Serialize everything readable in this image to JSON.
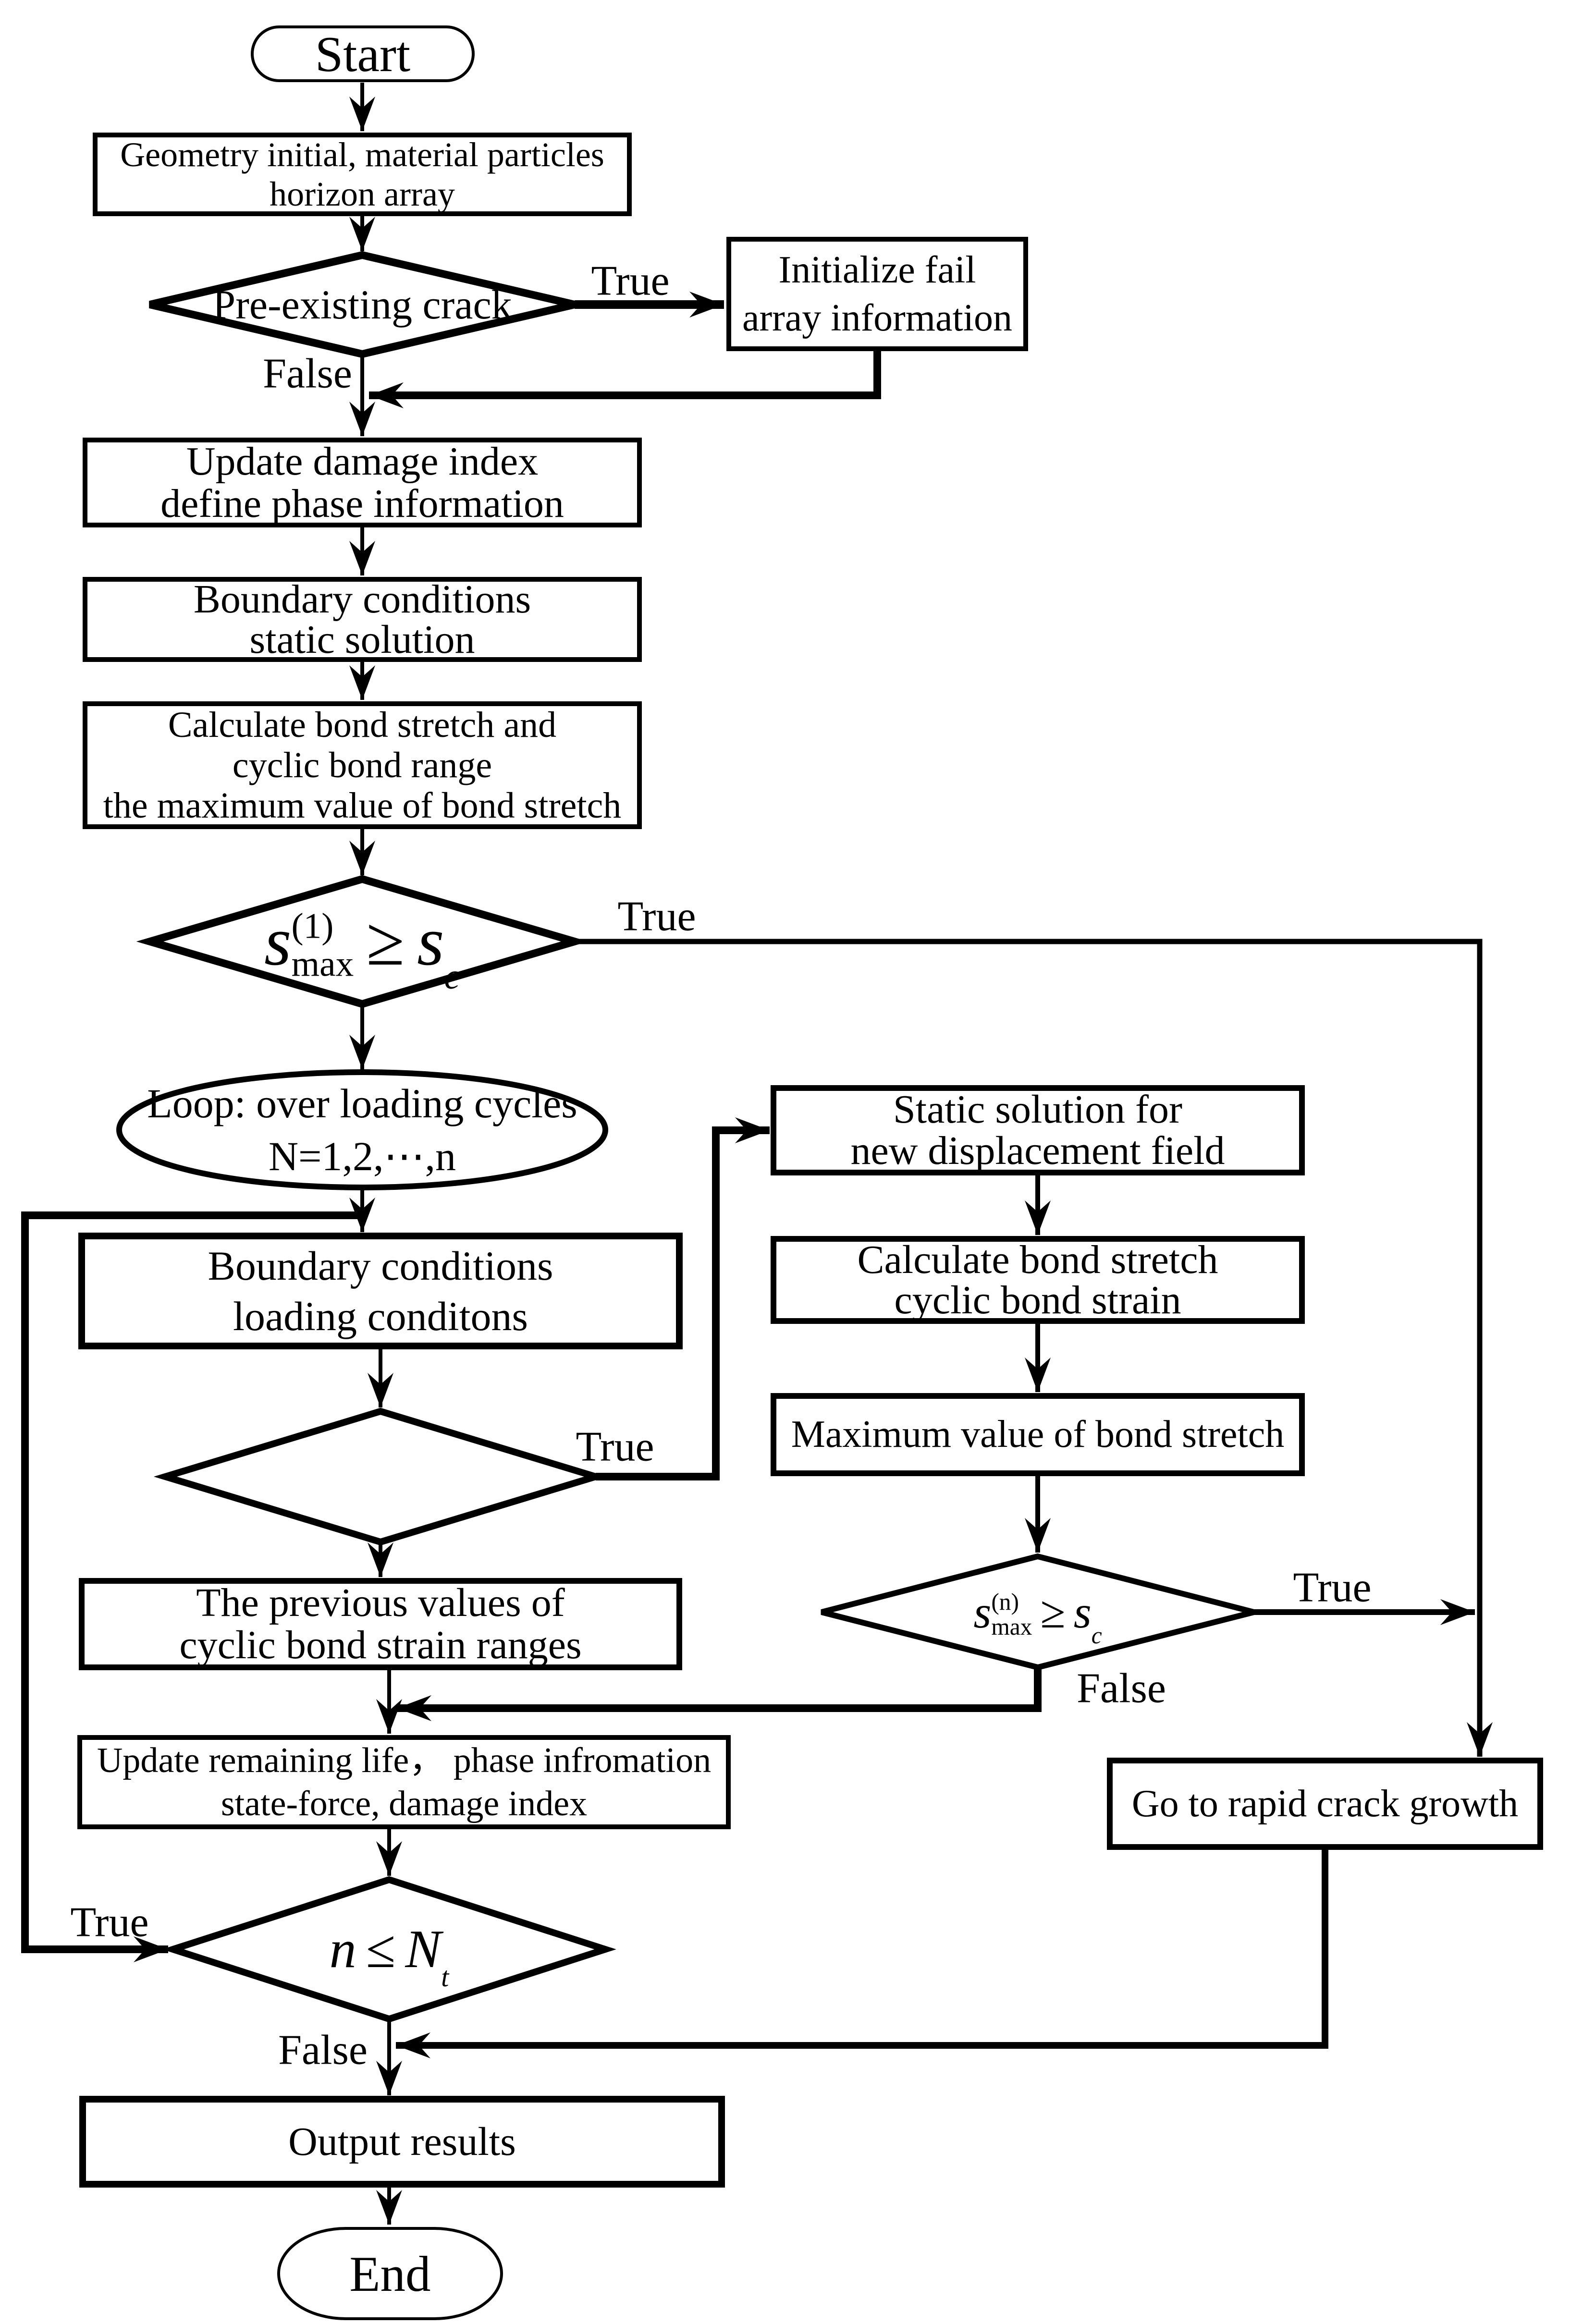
{
  "title": "Fatigue crack growth flowchart",
  "colors": {
    "stroke": "#000000",
    "background": "#ffffff"
  },
  "nodes": {
    "start": {
      "label": "Start"
    },
    "geometry": {
      "lines": [
        "Geometry initial, material particles",
        "horizon array"
      ]
    },
    "preexisting": {
      "label": "Pre-existing crack"
    },
    "init_fail": {
      "lines": [
        "Initialize fail",
        "array information"
      ]
    },
    "update_damage": {
      "lines": [
        "Update damage index",
        "define phase information"
      ]
    },
    "boundary_static": {
      "lines": [
        "Boundary conditions",
        "static solution"
      ]
    },
    "calc_bond1": {
      "lines": [
        "Calculate bond stretch and",
        "cyclic bond range",
        "the maximum value of bond stretch"
      ]
    },
    "smax1": {
      "base": "s",
      "sup": "(1)",
      "sub": "max",
      "op": "≥",
      "rhs_base": "s",
      "rhs_sub": "c"
    },
    "loop": {
      "lines": [
        "Loop: over loading cycles",
        "N=1,2,⋯,n"
      ]
    },
    "boundary_loading": {
      "lines": [
        "Boundary conditions",
        "loading conditons"
      ]
    },
    "static_solution": {
      "lines": [
        "Static solution for",
        "new displacement field"
      ]
    },
    "calc_bond2": {
      "lines": [
        "Calculate bond stretch",
        "cyclic bond strain"
      ]
    },
    "max_value": {
      "label": "Maximum value of bond stretch"
    },
    "smaxn": {
      "base": "s",
      "sup": "(n)",
      "sub": "max",
      "op": "≥",
      "rhs_base": "s",
      "rhs_sub": "c"
    },
    "previous_values": {
      "lines": [
        "The previous values of",
        "cyclic bond strain ranges"
      ]
    },
    "update_life": {
      "lines": [
        "Update remaining life， phase infromation",
        "state-force, damage index"
      ]
    },
    "n_le_nt": {
      "base": "n",
      "op": "≤",
      "rhs_base": "N",
      "rhs_sub": "t"
    },
    "go_rapid": {
      "label": "Go to rapid crack growth"
    },
    "output": {
      "label": "Output results"
    },
    "end": {
      "label": "End"
    }
  },
  "edge_labels": {
    "true_preexisting": "True",
    "false_preexisting": "False",
    "true_smax1": "True",
    "true_static": "True",
    "true_smaxn": "True",
    "false_smaxn": "False",
    "true_loopback": "True",
    "false_nnt": "False"
  }
}
